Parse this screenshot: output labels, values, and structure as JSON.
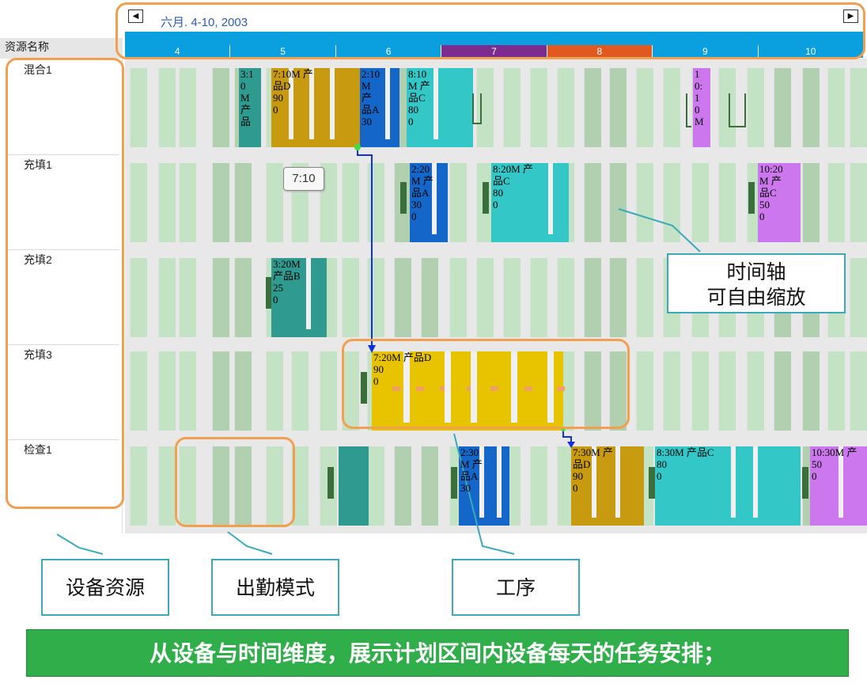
{
  "header": {
    "resource_column_title": "资源名称",
    "range_label": "六月. 4-10, 2003",
    "prev_icon": "◀",
    "next_icon": "▶"
  },
  "days": [
    {
      "label": "4",
      "color": "#0aa0e0"
    },
    {
      "label": "5",
      "color": "#0aa0e0"
    },
    {
      "label": "6",
      "color": "#0aa0e0"
    },
    {
      "label": "7",
      "color": "#7b2c8e"
    },
    {
      "label": "8",
      "color": "#e05a20"
    },
    {
      "label": "9",
      "color": "#0aa0e0"
    },
    {
      "label": "10",
      "color": "#0aa0e0"
    }
  ],
  "resources": [
    "混合1",
    "充填1",
    "充填2",
    "充填3",
    "检查1"
  ],
  "tasks": {
    "mix1_a": "3:1\n0\nM\n产\n品",
    "mix1_b": "7:10M 产\n品D\n90\n0",
    "mix1_c": "2:10\nM\n产\n品A\n30",
    "mix1_d": "8:10\nM 产\n品C\n80\n0",
    "mix1_e": "1\n0:\n1\n0\nM",
    "fill1_a": "2:20\nM 产\n品A\n30\n0",
    "fill1_b": "8:20M 产\n品C\n80\n0",
    "fill1_c": "10:20\nM 产\n品C\n50\n0",
    "fill2_a": "3:20M\n产品B\n25\n0",
    "fill3_a": "7:20M 产品D\n90\n0",
    "check1_a": "",
    "check1_b": "2:30\nM 产\n品A\n30",
    "check1_c": "7:30M 产\n品D\n90\n0",
    "check1_d": "8:30M 产品C\n80\n0",
    "check1_e": "10:30M 产\n50\n0"
  },
  "tooltip": "7:10",
  "callouts": {
    "timeline": "时间轴\n可自由缩放",
    "resource": "设备资源",
    "attendance": "出勤模式",
    "process": "工序"
  },
  "banner": "从设备与时间维度，展示计划区间内设备每天的任务安排；"
}
